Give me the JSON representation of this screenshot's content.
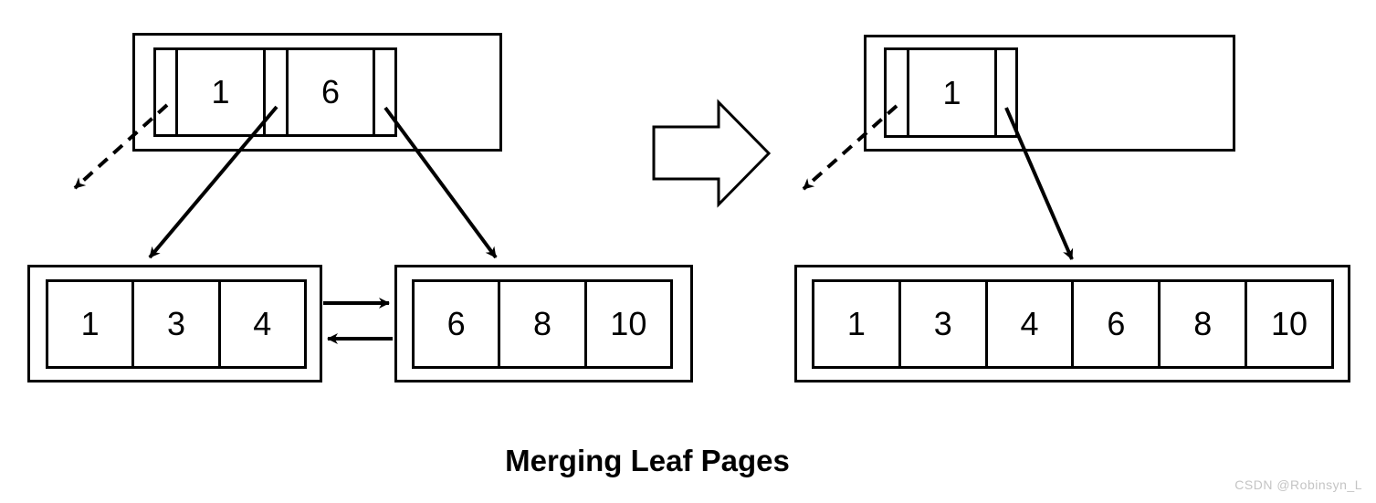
{
  "title": "Merging Leaf Pages",
  "watermark": "CSDN @Robinsyn_L",
  "colors": {
    "line": "#000000",
    "background": "#ffffff",
    "watermark_text": "#c4c4c4"
  },
  "before": {
    "inner_node": {
      "keys": [
        "1",
        "6"
      ]
    },
    "leaf_page_1": {
      "cells": [
        "1",
        "3",
        "4"
      ]
    },
    "leaf_page_2": {
      "cells": [
        "6",
        "8",
        "10"
      ]
    }
  },
  "after": {
    "inner_node": {
      "keys": [
        "1"
      ]
    },
    "merged_leaf_page": {
      "cells": [
        "1",
        "3",
        "4",
        "6",
        "8",
        "10"
      ]
    }
  },
  "icons": {
    "transform_arrow": "right-block-arrow",
    "pointer_arrows": "solid-arrow",
    "unused_pointer_arrows": "dashed-arrow",
    "sibling_links": "double-horizontal-arrows"
  }
}
